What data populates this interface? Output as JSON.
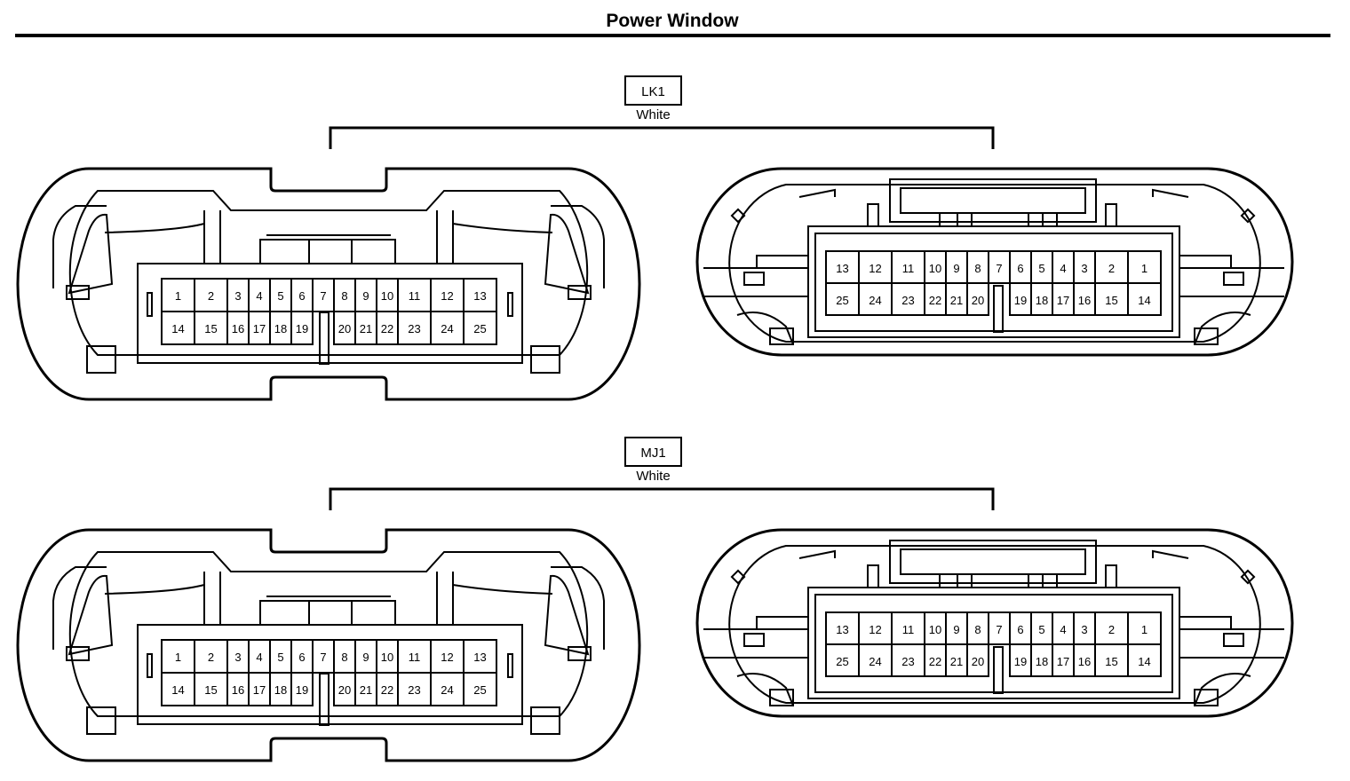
{
  "title": "Power Window",
  "connectors": [
    {
      "code": "LK1",
      "color": "White",
      "left_view": {
        "top_pins": [
          "1",
          "2",
          "3",
          "4",
          "5",
          "6",
          "7",
          "8",
          "9",
          "10",
          "11",
          "12",
          "13"
        ],
        "bottom_pins": [
          "14",
          "15",
          "16",
          "17",
          "18",
          "19",
          "",
          "20",
          "21",
          "22",
          "23",
          "24",
          "25"
        ]
      },
      "right_view": {
        "top_pins": [
          "13",
          "12",
          "11",
          "10",
          "9",
          "8",
          "7",
          "6",
          "5",
          "4",
          "3",
          "2",
          "1"
        ],
        "bottom_pins": [
          "25",
          "24",
          "23",
          "22",
          "21",
          "20",
          "",
          "19",
          "18",
          "17",
          "16",
          "15",
          "14"
        ]
      }
    },
    {
      "code": "MJ1",
      "color": "White",
      "left_view": {
        "top_pins": [
          "1",
          "2",
          "3",
          "4",
          "5",
          "6",
          "7",
          "8",
          "9",
          "10",
          "11",
          "12",
          "13"
        ],
        "bottom_pins": [
          "14",
          "15",
          "16",
          "17",
          "18",
          "19",
          "",
          "20",
          "21",
          "22",
          "23",
          "24",
          "25"
        ]
      },
      "right_view": {
        "top_pins": [
          "13",
          "12",
          "11",
          "10",
          "9",
          "8",
          "7",
          "6",
          "5",
          "4",
          "3",
          "2",
          "1"
        ],
        "bottom_pins": [
          "25",
          "24",
          "23",
          "22",
          "21",
          "20",
          "",
          "19",
          "18",
          "17",
          "16",
          "15",
          "14"
        ]
      }
    }
  ]
}
